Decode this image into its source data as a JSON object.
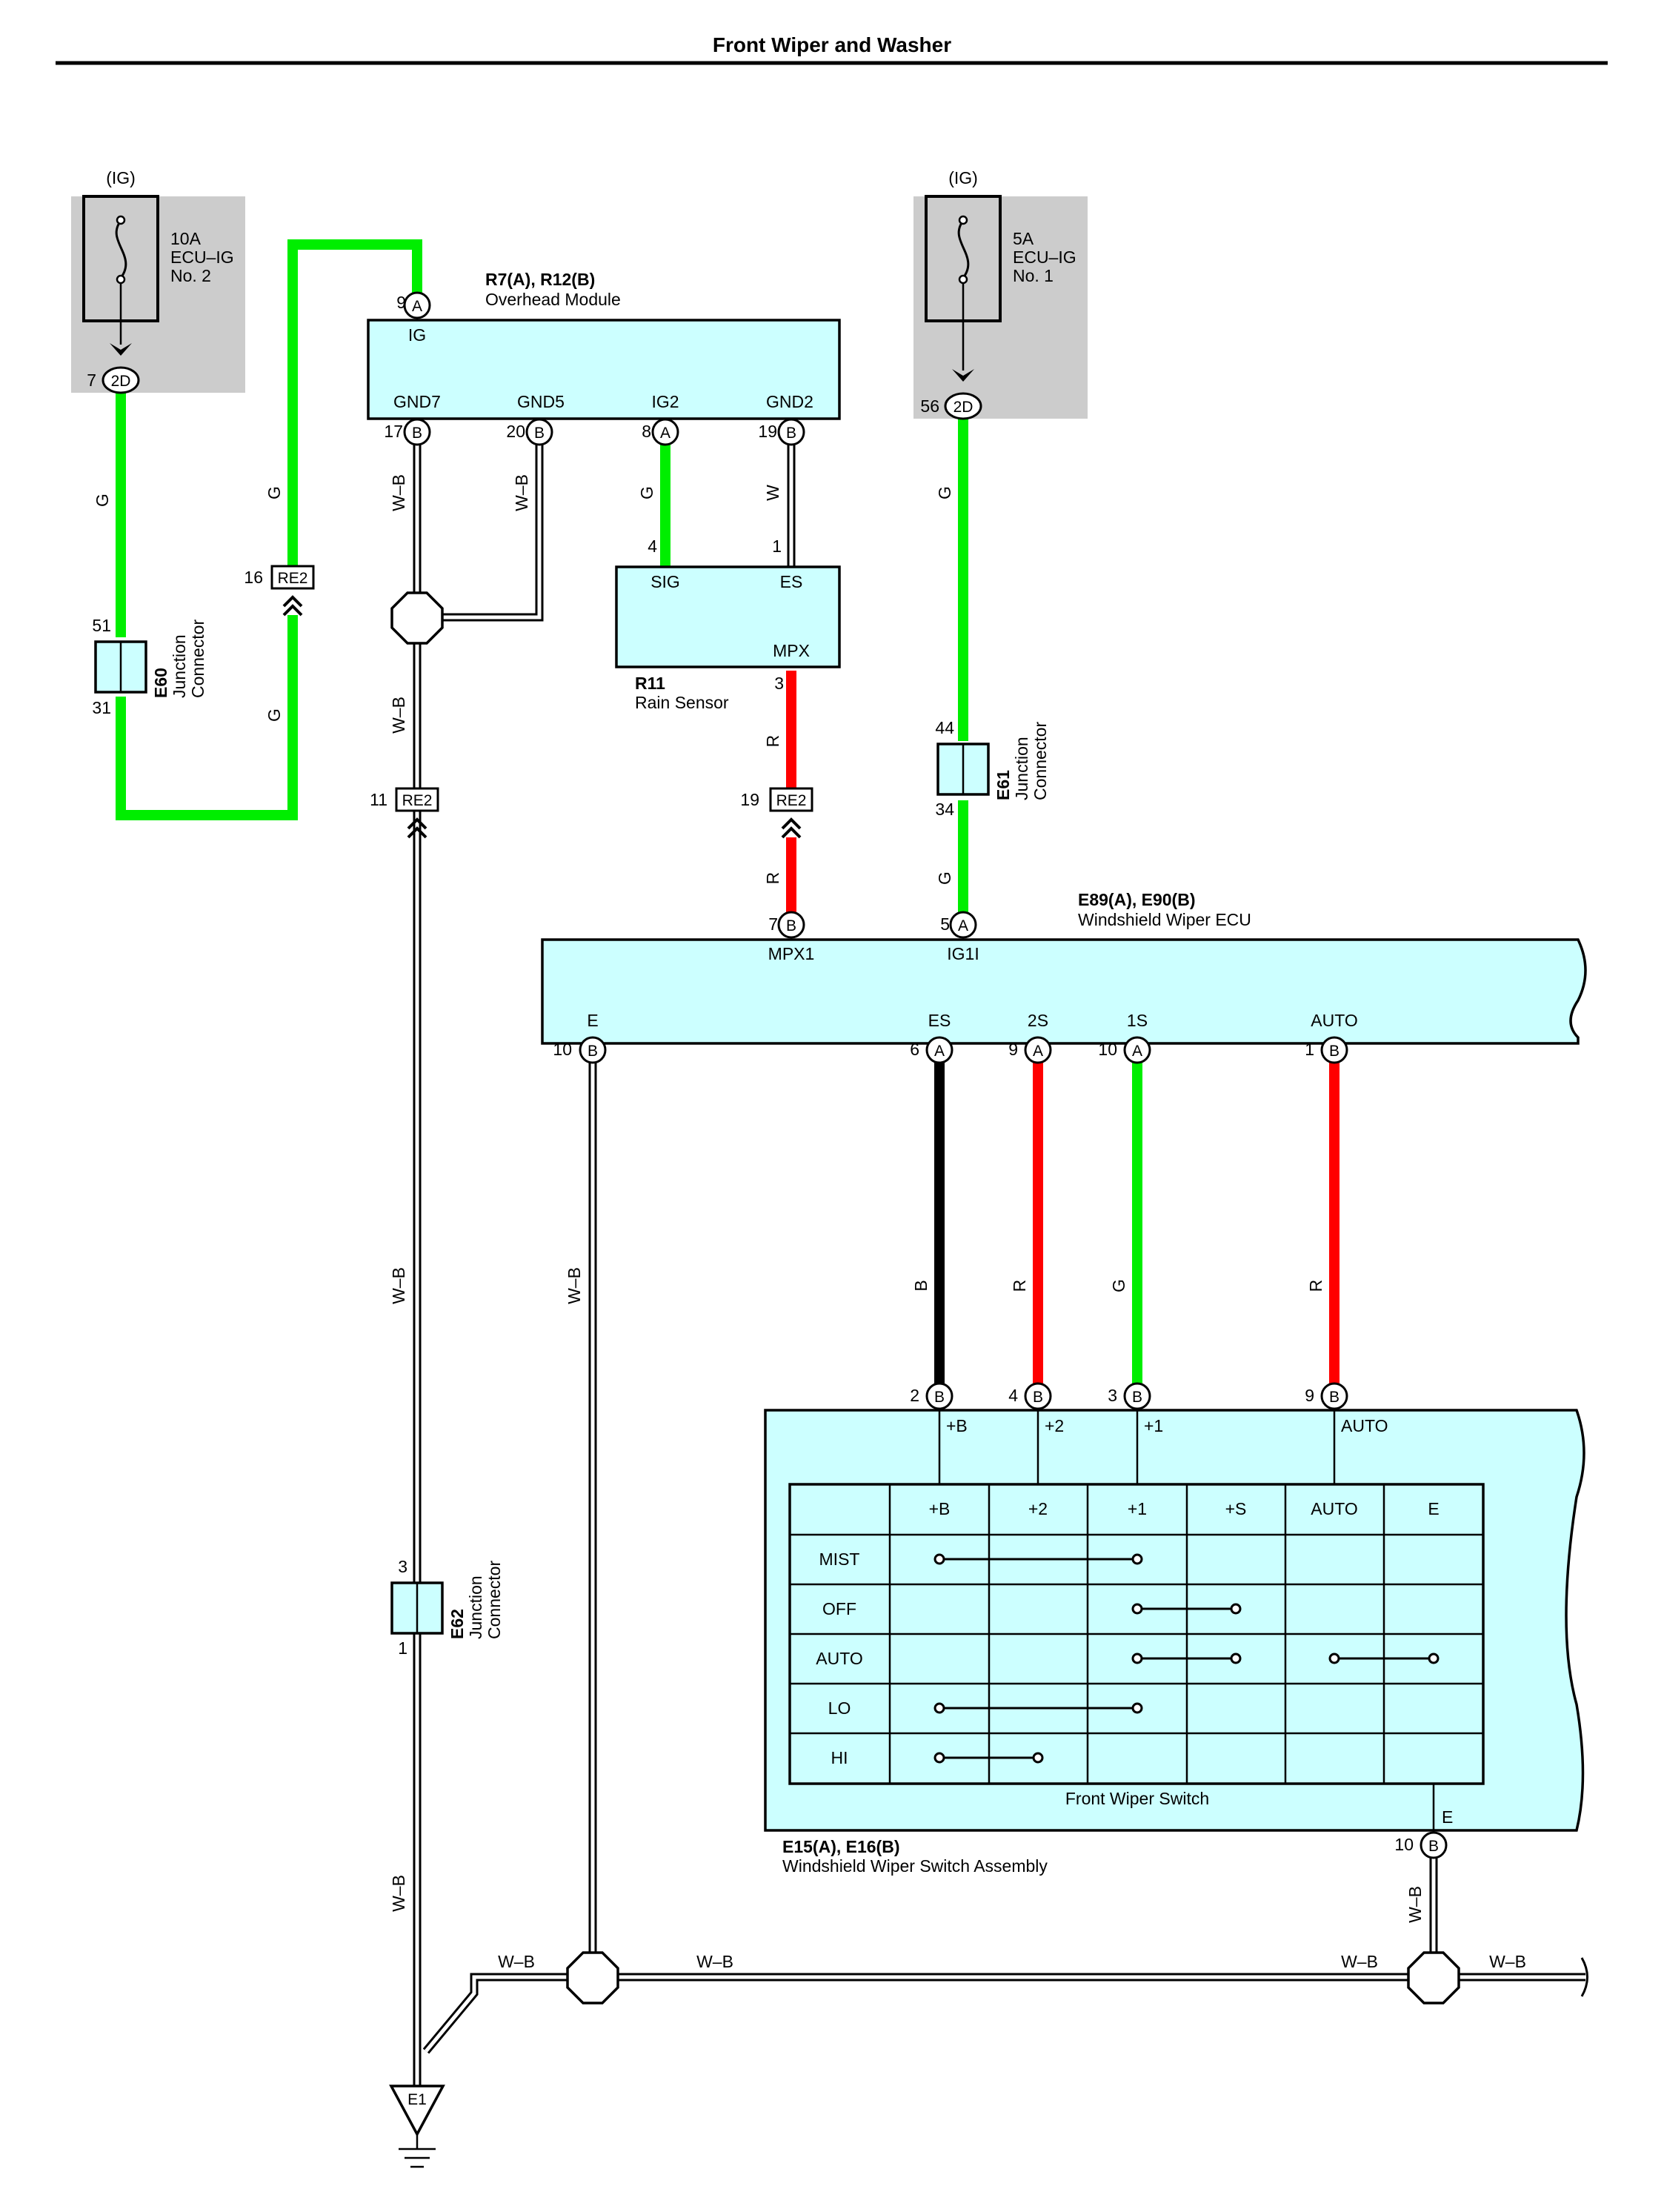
{
  "title": "Front Wiper and Washer",
  "colors": {
    "G": "#00ee00",
    "R": "#ff0000",
    "B": "#000000",
    "W": "#ffffff",
    "W-B": "#ffffff",
    "component_fill": "#ccffff",
    "fuse_box_fill": "#cccccc"
  },
  "fuses": [
    {
      "source": "(IG)",
      "rating": "10A",
      "name": "ECU–IG",
      "sub": "No. 2",
      "pin": "7",
      "conn": "2D"
    },
    {
      "source": "(IG)",
      "rating": "5A",
      "name": "ECU–IG",
      "sub": "No. 1",
      "pin": "56",
      "conn": "2D"
    }
  ],
  "overhead_module": {
    "code": "R7(A), R12(B)",
    "name": "Overhead Module",
    "top_terminal": {
      "num": "9",
      "conn": "A",
      "label": "IG"
    },
    "bottom_terminals": [
      {
        "num": "17",
        "conn": "B",
        "label": "GND7"
      },
      {
        "num": "20",
        "conn": "B",
        "label": "GND5"
      },
      {
        "num": "8",
        "conn": "A",
        "label": "IG2"
      },
      {
        "num": "19",
        "conn": "B",
        "label": "GND2"
      }
    ]
  },
  "rain_sensor": {
    "code": "R11",
    "name": "Rain Sensor",
    "pins": [
      {
        "num": "4",
        "label": "SIG"
      },
      {
        "num": "1",
        "label": "ES"
      },
      {
        "num": "3",
        "label": "MPX"
      }
    ]
  },
  "junctions": [
    {
      "code": "E60",
      "name": "Junction",
      "name2": "Connector",
      "top": "51",
      "bottom": "31"
    },
    {
      "code": "E61",
      "name": "Junction",
      "name2": "Connector",
      "top": "44",
      "bottom": "34"
    },
    {
      "code": "E62",
      "name": "Junction",
      "name2": "Connector",
      "top": "3",
      "bottom": "1"
    }
  ],
  "in_line": [
    {
      "num": "16",
      "label": "RE2"
    },
    {
      "num": "11",
      "label": "RE2"
    },
    {
      "num": "19",
      "label": "RE2"
    }
  ],
  "wiper_ecu": {
    "code": "E89(A), E90(B)",
    "name": "Windshield Wiper ECU",
    "top_terminals": [
      {
        "num": "7",
        "conn": "B",
        "label": "MPX1"
      },
      {
        "num": "5",
        "conn": "A",
        "label": "IG1I"
      }
    ],
    "bottom_terminals": [
      {
        "num": "10",
        "conn": "B",
        "label": "E"
      },
      {
        "num": "6",
        "conn": "A",
        "label": "ES"
      },
      {
        "num": "9",
        "conn": "A",
        "label": "2S"
      },
      {
        "num": "10",
        "conn": "A",
        "label": "1S"
      },
      {
        "num": "1",
        "conn": "B",
        "label": "AUTO"
      }
    ]
  },
  "switch_assembly": {
    "code": "E15(A), E16(B)",
    "name": "Windshield Wiper Switch Assembly",
    "sub_name": "Front Wiper Switch",
    "top_terminals": [
      {
        "num": "2",
        "conn": "B",
        "label": "+B"
      },
      {
        "num": "4",
        "conn": "B",
        "label": "+2"
      },
      {
        "num": "3",
        "conn": "B",
        "label": "+1"
      },
      {
        "num": "9",
        "conn": "B",
        "label": "AUTO"
      }
    ],
    "bottom_terminal": {
      "num": "10",
      "conn": "B",
      "label": "E"
    },
    "table": {
      "columns": [
        "+B",
        "+2",
        "+1",
        "+S",
        "AUTO",
        "E"
      ],
      "rows": [
        {
          "label": "MIST",
          "links": [
            [
              0,
              2
            ]
          ]
        },
        {
          "label": "OFF",
          "links": [
            [
              2,
              3
            ]
          ]
        },
        {
          "label": "AUTO",
          "links": [
            [
              2,
              3
            ],
            [
              4,
              5
            ]
          ]
        },
        {
          "label": "LO",
          "links": [
            [
              0,
              2
            ]
          ]
        },
        {
          "label": "HI",
          "links": [
            [
              0,
              1
            ]
          ]
        }
      ]
    }
  },
  "wire_labels": {
    "g": "G",
    "r": "R",
    "b": "B",
    "w": "W",
    "wb": "W–B"
  },
  "ground": {
    "label": "E1"
  }
}
